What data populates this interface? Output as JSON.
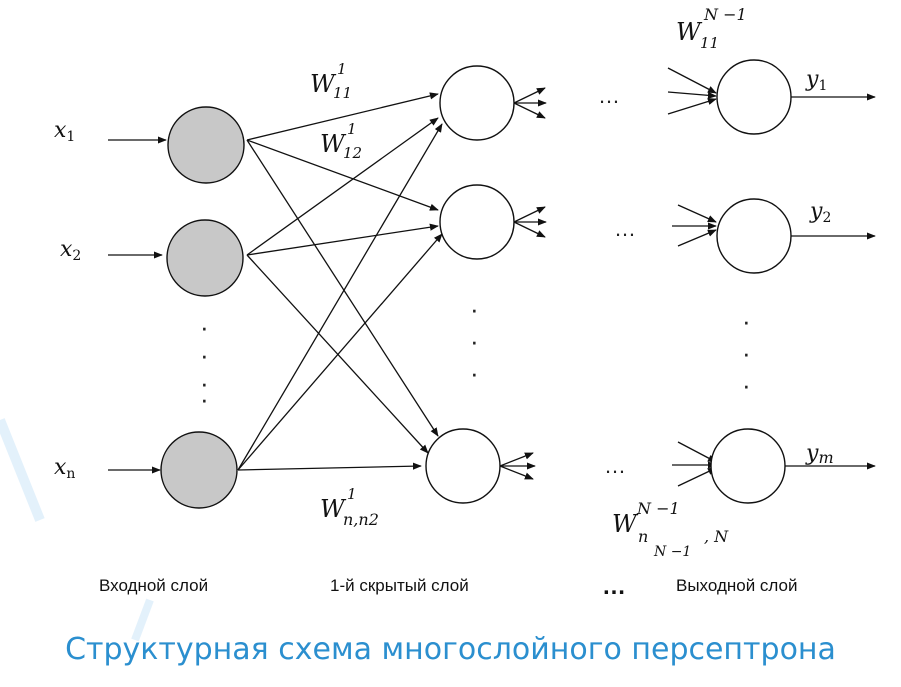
{
  "inputs": [
    {
      "sym": "x",
      "sub": "1"
    },
    {
      "sym": "x",
      "sub": "2"
    },
    {
      "sym": "x",
      "sub": "n"
    }
  ],
  "outputs": [
    {
      "sym": "y",
      "sub": "1"
    },
    {
      "sym": "y",
      "sub": "2"
    },
    {
      "sym": "y",
      "sub": "m"
    }
  ],
  "weights": {
    "w11": {
      "base": "W",
      "sup": "1",
      "sub": "11"
    },
    "w12": {
      "base": "W",
      "sup": "1",
      "sub": "12"
    },
    "wnn2": {
      "base": "W",
      "sup": "1",
      "sub": "n,n2"
    },
    "wout_top": {
      "base": "W",
      "sup": "N −1",
      "sub": "11"
    },
    "wout_bottom": {
      "base": "W",
      "sup": "N −1",
      "sub": "n",
      "subsub": "N −1",
      "tail": ", N"
    }
  },
  "ellipsis": "…",
  "vertical_dots": "·",
  "layer_labels": {
    "input": "Входной слой",
    "hidden": "1-й скрытый слой",
    "between": "…",
    "output": "Выходной слой"
  },
  "caption": "Структурная схема многослойного персептрона",
  "colors": {
    "input_node_fill": "#c8c8c8",
    "node_fill": "#ffffff",
    "stroke": "#111111",
    "caption": "#2b8fcf"
  }
}
